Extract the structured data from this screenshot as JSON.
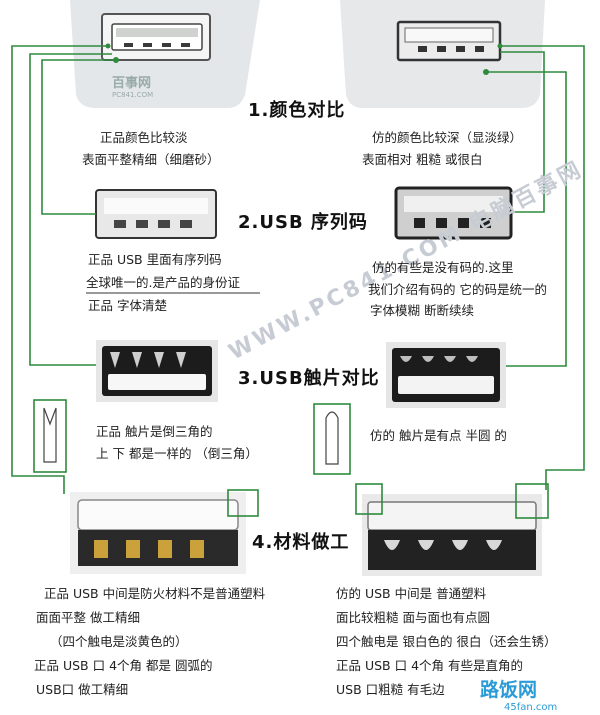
{
  "sections": [
    {
      "title": "1.颜色对比",
      "genuine": [
        "正品颜色比较淡",
        "表面平整精细（细磨砂）"
      ],
      "fake": [
        "仿的颜色比较深（显淡绿）",
        "表面相对 粗糙 或很白"
      ]
    },
    {
      "title": "2.USB 序列码",
      "genuine": [
        "正品 USB 里面有序列码",
        "全球唯一的.是产品的身份证",
        "正品 字体清楚"
      ],
      "fake": [
        "仿的有些是没有码的.这里",
        "我们介绍有码的 它的码是统一的",
        "字体模糊 断断续续"
      ]
    },
    {
      "title": "3.USB触片对比",
      "genuine": [
        "正品 触片是倒三角的",
        "上 下 都是一样的 （倒三角）"
      ],
      "fake": [
        "仿的 触片是有点 半圆 的"
      ]
    },
    {
      "title": "4.材料做工",
      "genuine": [
        "正品 USB 中间是防火材料不是普通塑料",
        "面面平整 做工精细",
        "（四个触电是淡黄色的）",
        "正品 USB 口 4个角 都是 圆弧的",
        "USB口 做工精细"
      ],
      "fake": [
        "仿的 USB 中间是 普通塑料",
        "面比较粗糙  面与面也有点圆",
        "四个触电是 银白色的 很白（还会生锈）",
        "正品 USB 口 4个角 有些是直角的",
        "USB 口粗糙 有毛边"
      ]
    }
  ],
  "watermark": "WWW.PC841.COM 电脑百事网",
  "logo_left": {
    "cn": "百事网",
    "en": "PC841.COM"
  },
  "brand": {
    "cn": "路饭网",
    "url": "45fan.com"
  },
  "colors": {
    "line": "#2f8a3e",
    "text": "#1e1e1e"
  }
}
